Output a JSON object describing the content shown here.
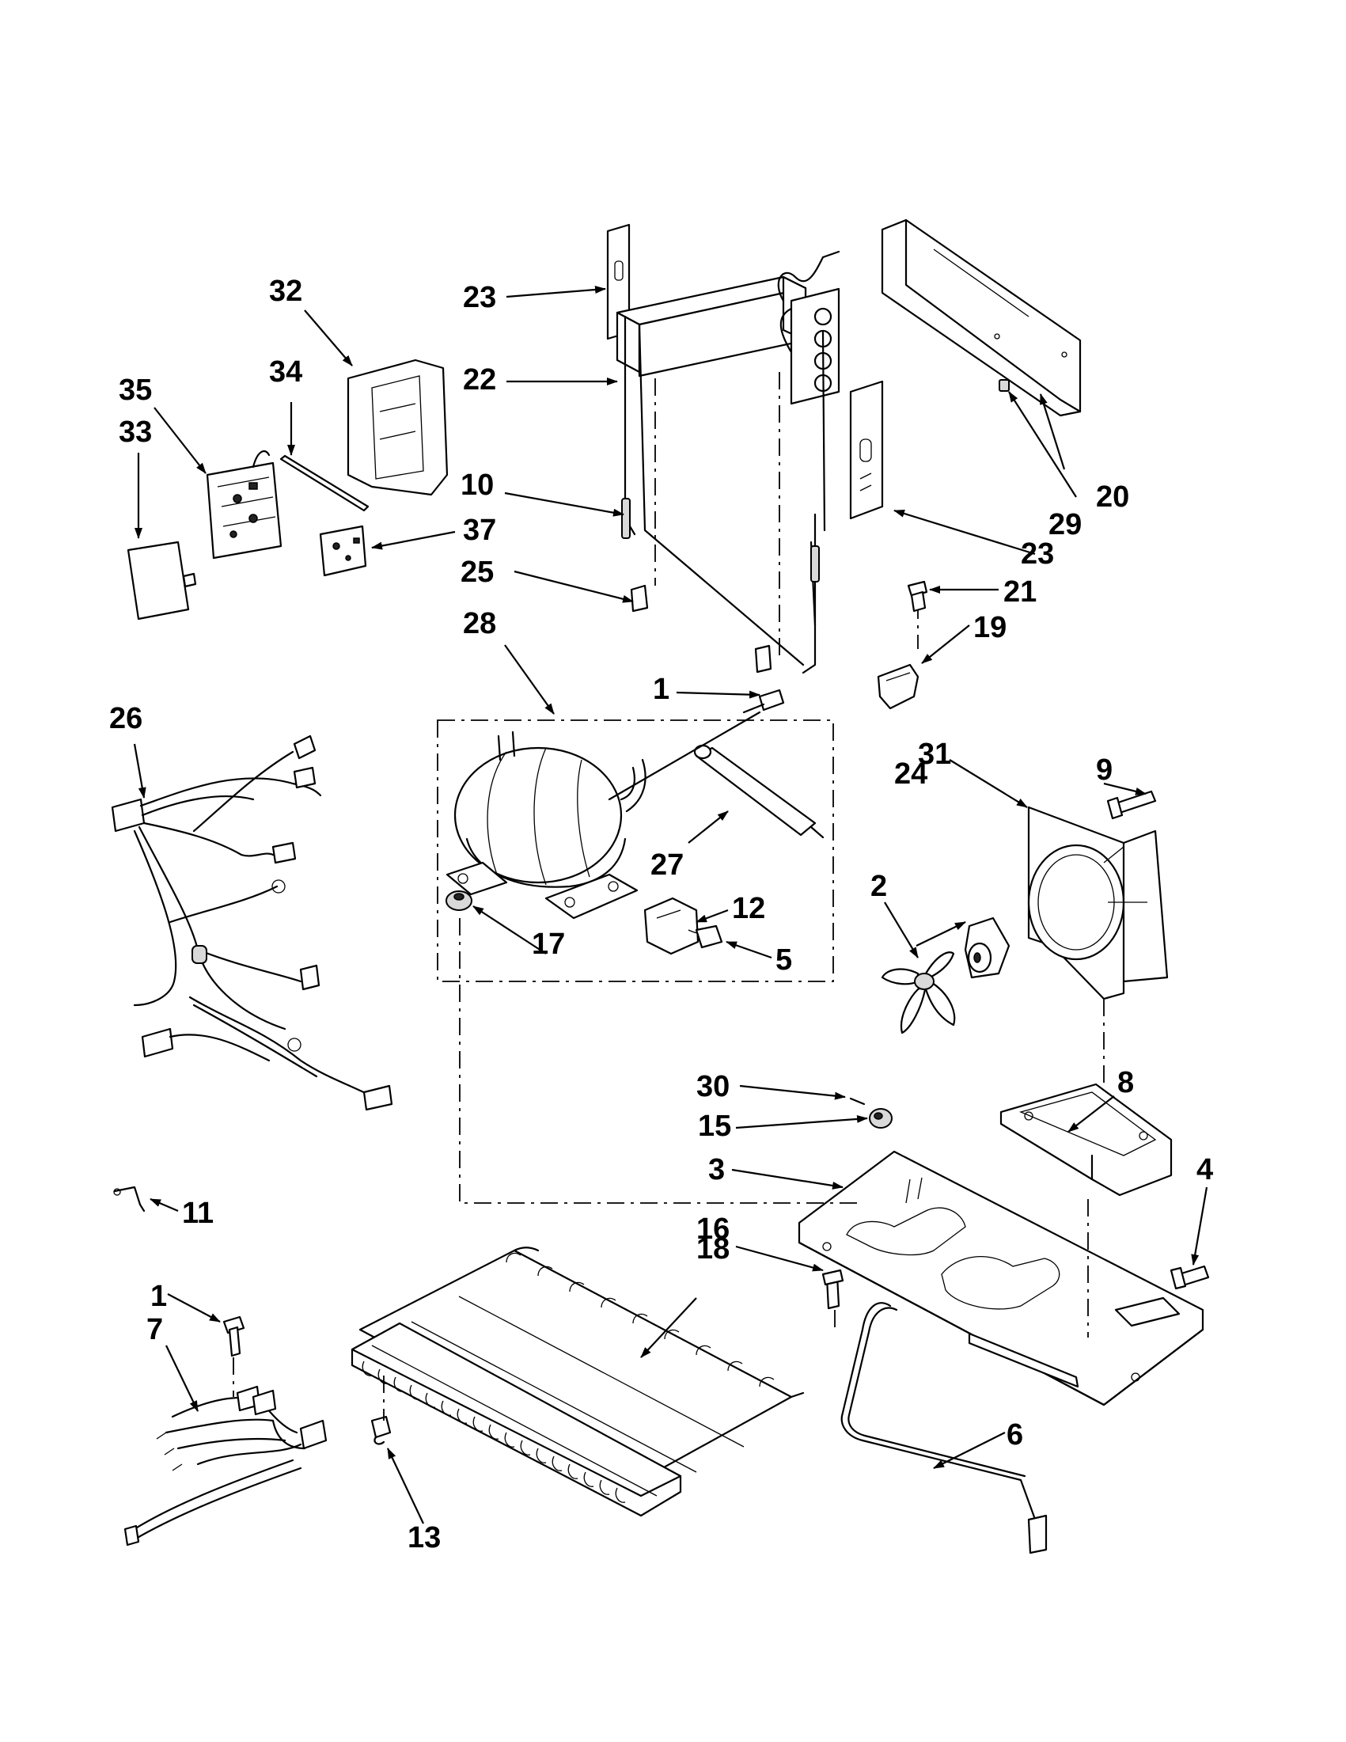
{
  "callouts": {
    "c1a": "1",
    "c1b": "1",
    "c2": "2",
    "c3": "3",
    "c4": "4",
    "c5": "5",
    "c6": "6",
    "c7": "7",
    "c8": "8",
    "c9": "9",
    "c10": "10",
    "c11": "11",
    "c12": "12",
    "c13": "13",
    "c15": "15",
    "c16": "16",
    "c17": "17",
    "c18": "18",
    "c19": "19",
    "c20": "20",
    "c21": "21",
    "c22": "22",
    "c23a": "23",
    "c23b": "23",
    "c24": "24",
    "c25": "25",
    "c26": "26",
    "c27": "27",
    "c28": "28",
    "c29": "29",
    "c30": "30",
    "c31": "31",
    "c32": "32",
    "c33": "33",
    "c34": "34",
    "c35": "35",
    "c37": "37"
  }
}
